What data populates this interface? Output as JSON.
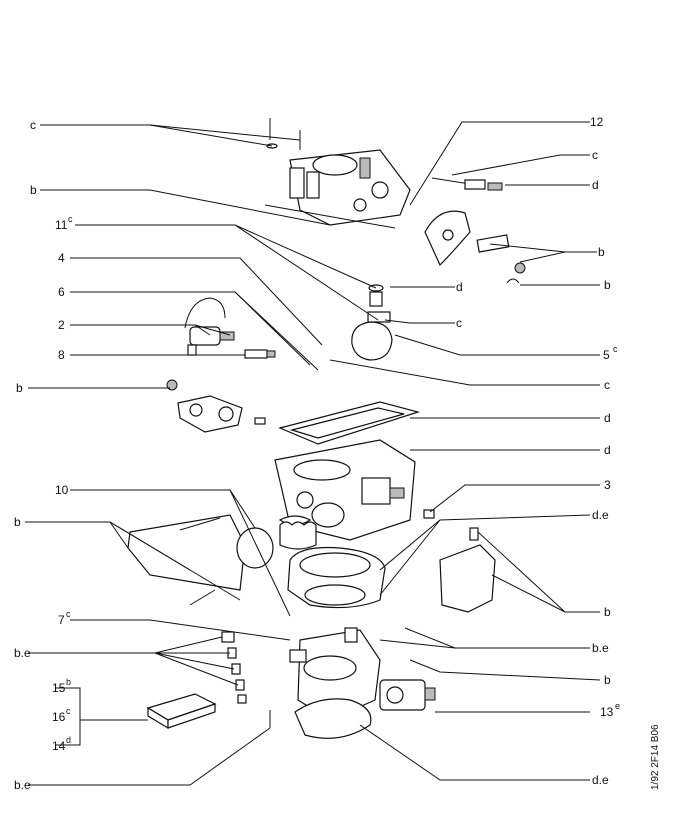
{
  "callouts": {
    "c_top": "c",
    "b_rod": "b",
    "n11": "11",
    "n11_sup": "c",
    "n4": "4",
    "n6": "6",
    "n2": "2",
    "n8": "8",
    "b_left": "b",
    "n10": "10",
    "b_mid_left": "b",
    "n7": "7",
    "n7_sup": "c",
    "be_left": "b.e",
    "n15": "15",
    "n15_sup": "b",
    "n16": "16",
    "n16_sup": "c",
    "n14": "14",
    "n14_sup": "d",
    "be_bottom": "b.e",
    "n12": "12",
    "c_right_top": "c",
    "d_right_top": "d",
    "b_right_1": "b",
    "b_right_2": "b",
    "d_mid": "d",
    "c_mid": "c",
    "n5": "5",
    "n5_sup": "c",
    "c_right_mid": "c",
    "d_right_mid1": "d",
    "d_right_mid2": "d",
    "n3": "3",
    "de_right": "d.e",
    "b_right_low": "b",
    "be_right": "b.e",
    "b_right_lower": "b",
    "n13": "13",
    "n13_sup": "e",
    "de_bottom": "d.e"
  },
  "reference": "1/92  2F14 B06"
}
